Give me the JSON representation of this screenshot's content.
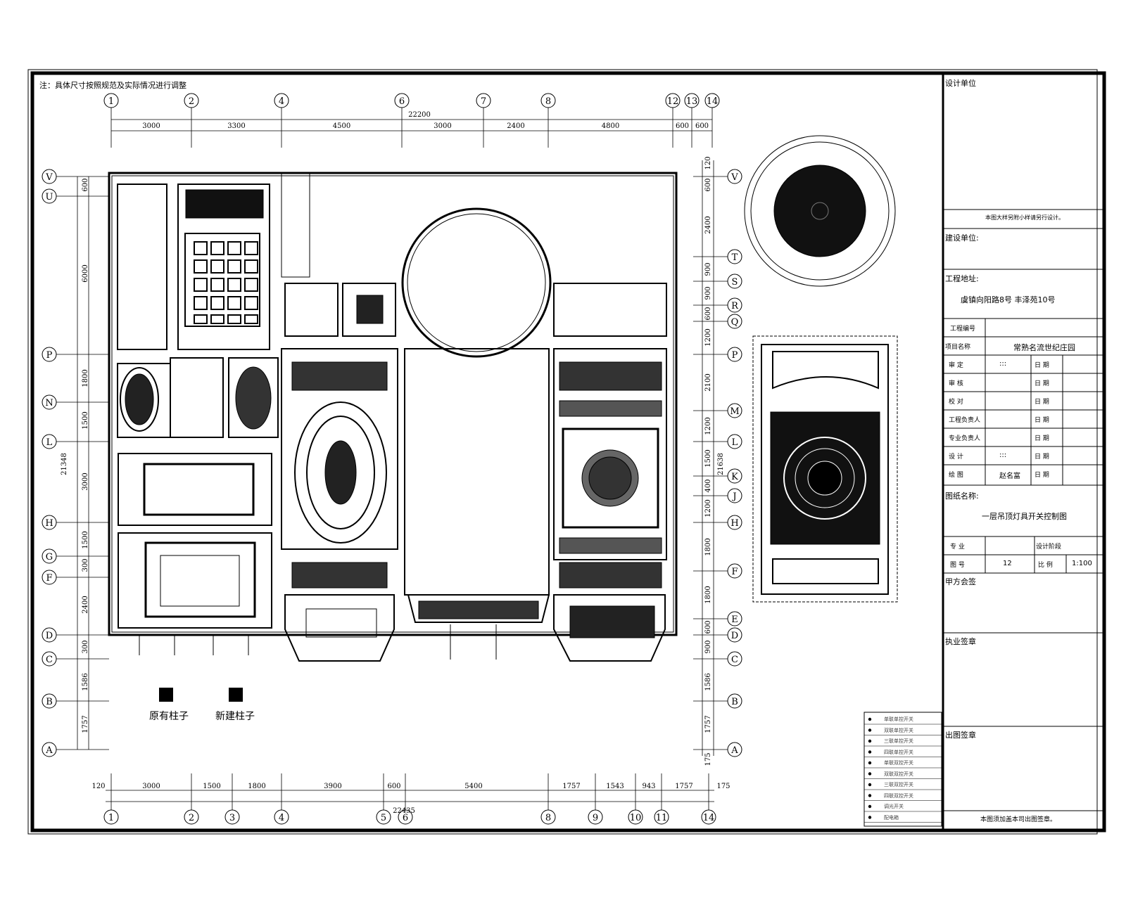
{
  "note": "注：具体尺寸按照规范及实际情况进行调整",
  "top_axes": [
    "1",
    "2",
    "4",
    "6",
    "7",
    "8",
    "12",
    "13",
    "14"
  ],
  "top_total": "22200",
  "top_dims": [
    "3000",
    "3300",
    "4500",
    "3000",
    "2400",
    "4800",
    "600",
    "600"
  ],
  "bottom_axes": [
    "1",
    "2",
    "3",
    "4",
    "5",
    "6",
    "8",
    "9",
    "10",
    "11",
    "14"
  ],
  "bottom_total": "22435",
  "bottom_dims": [
    "120",
    "3000",
    "1500",
    "1800",
    "3900",
    "600",
    "5400",
    "1757",
    "1543",
    "943",
    "1757",
    "175"
  ],
  "left_axes": [
    "V",
    "U",
    "P",
    "N",
    "L",
    "H",
    "G",
    "F",
    "D",
    "C",
    "B",
    "A"
  ],
  "left_total": "21348",
  "left_dims": [
    "600",
    "6000",
    "1800",
    "1500",
    "3000",
    "1500",
    "300",
    "2400",
    "300",
    "1586",
    "1757"
  ],
  "right_axes": [
    "V",
    "T",
    "S",
    "R",
    "Q",
    "P",
    "M",
    "L",
    "K",
    "J",
    "H",
    "F",
    "E",
    "D",
    "C",
    "B",
    "A"
  ],
  "right_total": "21638",
  "right_dims": [
    "120",
    "600",
    "2400",
    "900",
    "900",
    "600",
    "1200",
    "2100",
    "1200",
    "1500",
    "400",
    "1200",
    "1800",
    "1800",
    "600",
    "900",
    "1586",
    "1757",
    "175"
  ],
  "pillars": {
    "existing": "原有柱子",
    "new": "新建柱子"
  },
  "title_block": {
    "design_unit": "设计单位",
    "stamp_note": "本图大样另附小样请另行设计。",
    "client_label": "建设单位:",
    "site_label": "工程地址:",
    "site_value": "虞镇向阳路8号   丰泽苑10号",
    "project_no_label": "工程编号",
    "project_name_label": "项目名称",
    "project_name_value": "常熟名流世纪庄园",
    "rows": [
      {
        "label": "审  定",
        "sign": ":::",
        "date": "日 期"
      },
      {
        "label": "审  核",
        "sign": "",
        "date": "日 期"
      },
      {
        "label": "校  对",
        "sign": "",
        "date": "日 期"
      },
      {
        "label": "工程负责人",
        "sign": "",
        "date": "日 期"
      },
      {
        "label": "专业负责人",
        "sign": "",
        "date": "日 期"
      },
      {
        "label": "设  计",
        "sign": ":::",
        "date": "日 期"
      },
      {
        "label": "绘  图",
        "sign": "赵名富",
        "date": "日 期"
      }
    ],
    "drawing_name_label": "图纸名称:",
    "drawing_name_value": "一层吊顶灯具开关控制图",
    "discipline_label": "专  业",
    "stage_label": "设计阶段",
    "drawing_no_label": "图  号",
    "drawing_no_value": "12",
    "scale_label": "比  例",
    "scale_value": "1:100",
    "owner_sign": "甲方会签",
    "practice_sign": "执业签章",
    "issue_sign": "出图签章",
    "footer_note": "本图须加盖本司出图签章。"
  },
  "legend": [
    "单联单控开关",
    "双联单控开关",
    "三联单控开关",
    "四联单控开关",
    "单联双控开关",
    "双联双控开关",
    "三联双控开关",
    "四联双控开关",
    "调光开关",
    "配电箱"
  ]
}
